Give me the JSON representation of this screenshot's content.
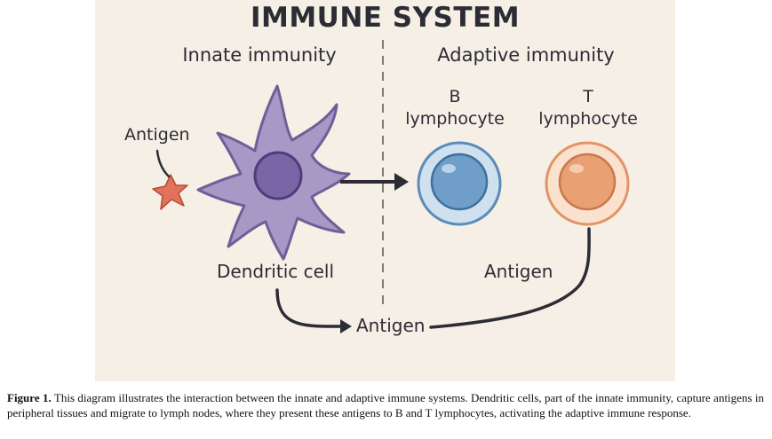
{
  "diagram": {
    "title": "IMMUNE SYSTEM",
    "innate_heading": "Innate immunity",
    "adaptive_heading": "Adaptive immunity",
    "antigen_left_label": "Antigen",
    "dendritic_label": "Dendritic cell",
    "b_cell_label_line1": "B",
    "b_cell_label_line2": "lymphocyte",
    "t_cell_label_line1": "T",
    "t_cell_label_line2": "lymphocyte",
    "antigen_right_label": "Antigen",
    "antigen_bottom_label": "Antigen",
    "colors": {
      "background": "#f5efe6",
      "dendritic_body": "#a898c6",
      "dendritic_nucleus": "#7a66a6",
      "b_cell_outer": "#cfe0ef",
      "b_cell_inner": "#6f9fc9",
      "t_cell_outer": "#fbe2cf",
      "t_cell_inner": "#e9a174",
      "antigen": "#e2725b",
      "ink": "#2c2c34"
    }
  },
  "caption": {
    "label": "Figure 1.",
    "text": " This diagram illustrates the interaction between the innate and adaptive immune systems. Dendritic cells, part of the innate immunity, capture antigens in peripheral tissues and migrate to lymph nodes, where they present these antigens to B and T lymphocytes, activating the adaptive immune response."
  }
}
